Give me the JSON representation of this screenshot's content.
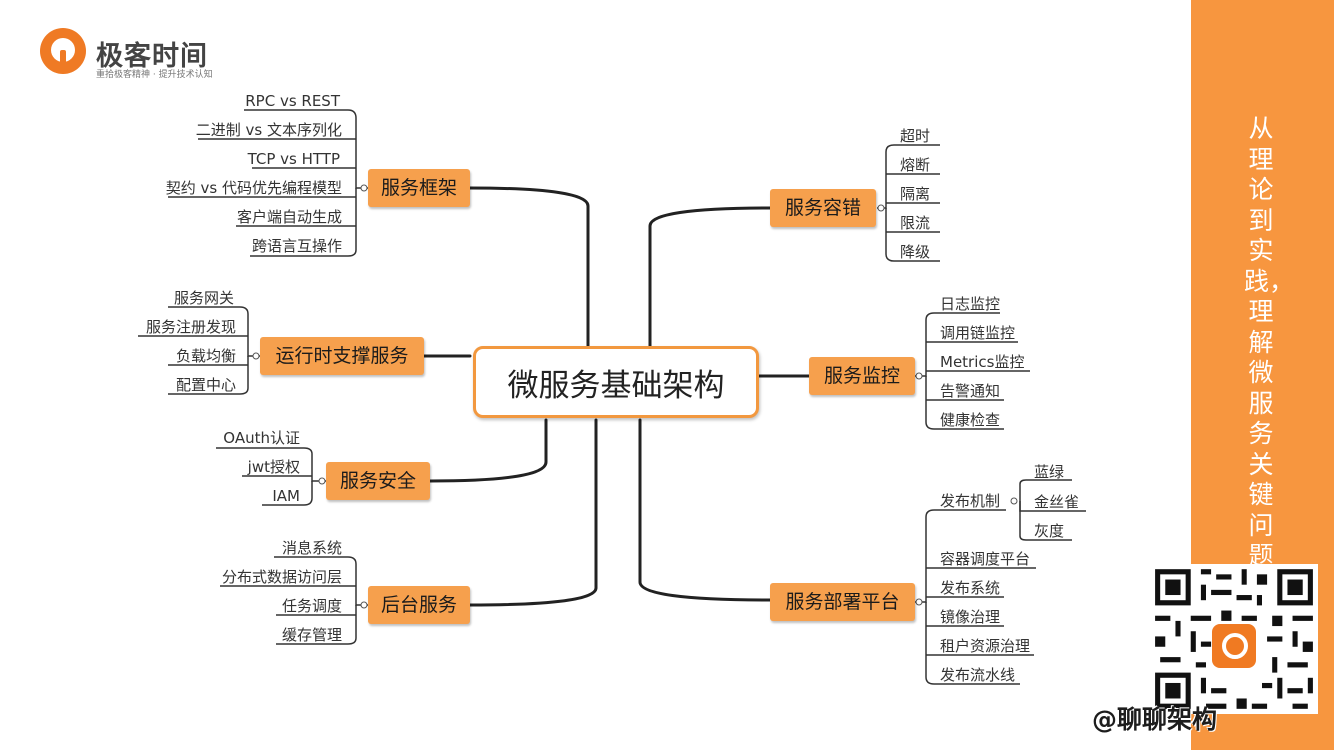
{
  "logo": {
    "title": "极客时间",
    "subtitle": "重拾极客精神 · 提升技术认知"
  },
  "center_topic": "微服务基础架构",
  "topics": {
    "framework": {
      "label": "服务框架",
      "items": [
        "RPC vs REST",
        "二进制 vs 文本序列化",
        "TCP vs HTTP",
        "契约 vs 代码优先编程模型",
        "客户端自动生成",
        "跨语言互操作"
      ]
    },
    "runtime": {
      "label": "运行时支撑服务",
      "items": [
        "服务网关",
        "服务注册发现",
        "负载均衡",
        "配置中心"
      ]
    },
    "security": {
      "label": "服务安全",
      "items": [
        "OAuth认证",
        "jwt授权",
        "IAM"
      ]
    },
    "backend": {
      "label": "后台服务",
      "items": [
        "消息系统",
        "分布式数据访问层",
        "任务调度",
        "缓存管理"
      ]
    },
    "fault_tolerance": {
      "label": "服务容错",
      "items": [
        "超时",
        "熔断",
        "隔离",
        "限流",
        "降级"
      ]
    },
    "monitoring": {
      "label": "服务监控",
      "items": [
        "日志监控",
        "调用链监控",
        "Metrics监控",
        "告警通知",
        "健康检查"
      ]
    },
    "deployment": {
      "label": "服务部署平台",
      "release": {
        "label": "发布机制",
        "items": [
          "蓝绿",
          "金丝雀",
          "灰度"
        ]
      },
      "items": [
        "容器调度平台",
        "发布系统",
        "镜像治理",
        "租户资源治理",
        "发布流水线"
      ]
    }
  },
  "side_panel": {
    "text": "从理论到实践，理解微服务关键问题"
  },
  "watermark": "@聊聊架构",
  "colors": {
    "accent": "#f7963f",
    "topic_fill": "#f6a04d",
    "line": "#222222",
    "logo": "#ef7a24"
  }
}
